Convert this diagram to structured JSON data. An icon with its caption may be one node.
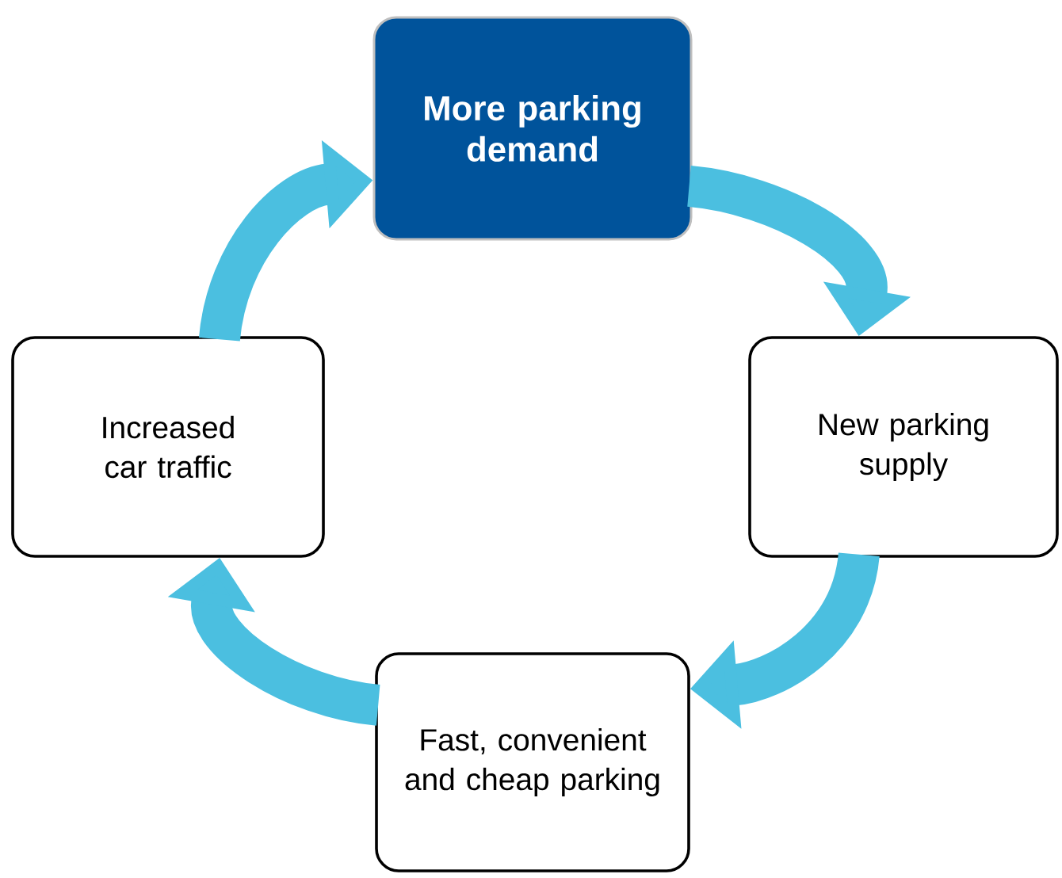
{
  "diagram": {
    "nodes": [
      {
        "text": [
          "More parking demand"
        ]
      },
      {
        "text": [
          "New parking supply"
        ]
      },
      {
        "text": [
          "Fast, convenient and cheap parking"
        ]
      },
      {
        "text": [
          "Increased car traffic"
        ]
      }
    ],
    "edges": [
      {
        "from": 0,
        "to": 1,
        "arrow": "to"
      },
      {
        "from": 1,
        "to": 2,
        "arrow": "to"
      },
      {
        "from": 2,
        "to": 3,
        "arrow": "to"
      },
      {
        "from": 3,
        "to": 0,
        "arrow": "to"
      }
    ]
  }
}
